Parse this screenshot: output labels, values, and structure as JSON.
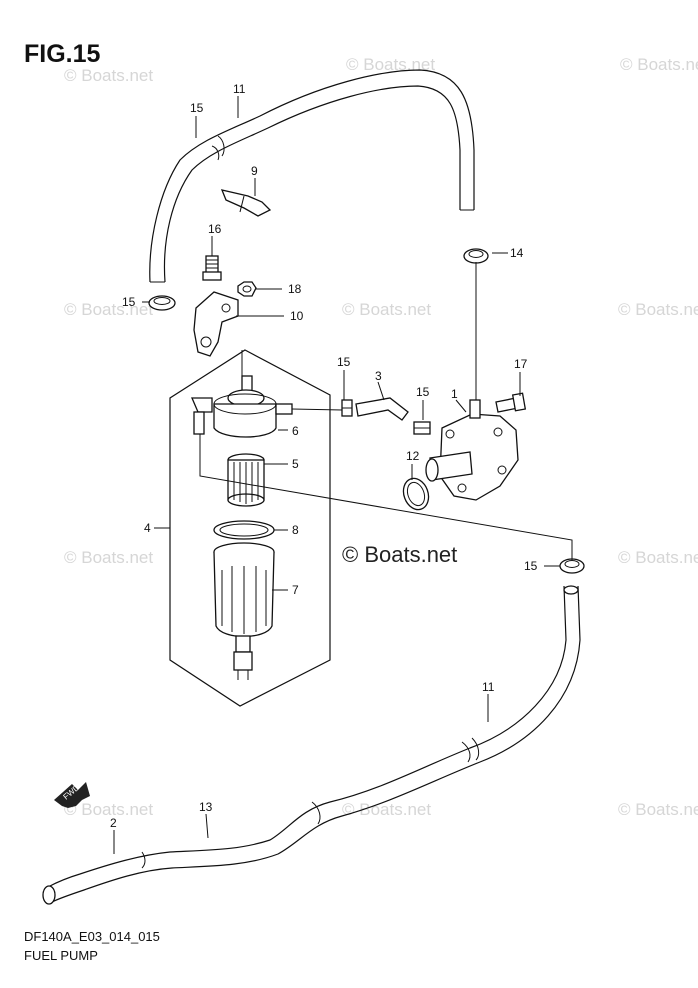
{
  "figure": {
    "title": "FIG.15"
  },
  "footer": {
    "code": "DF140A_E03_014_015",
    "name": "FUEL PUMP"
  },
  "watermarks": {
    "center": "© Boats.net",
    "repeat": "© Boats.net"
  },
  "callouts": [
    "1",
    "2",
    "3",
    "4",
    "5",
    "6",
    "7",
    "8",
    "9",
    "10",
    "11",
    "11",
    "12",
    "13",
    "14",
    "15",
    "15",
    "15",
    "15",
    "15",
    "16",
    "17",
    "18"
  ],
  "arrow": {
    "label": "FWD"
  }
}
